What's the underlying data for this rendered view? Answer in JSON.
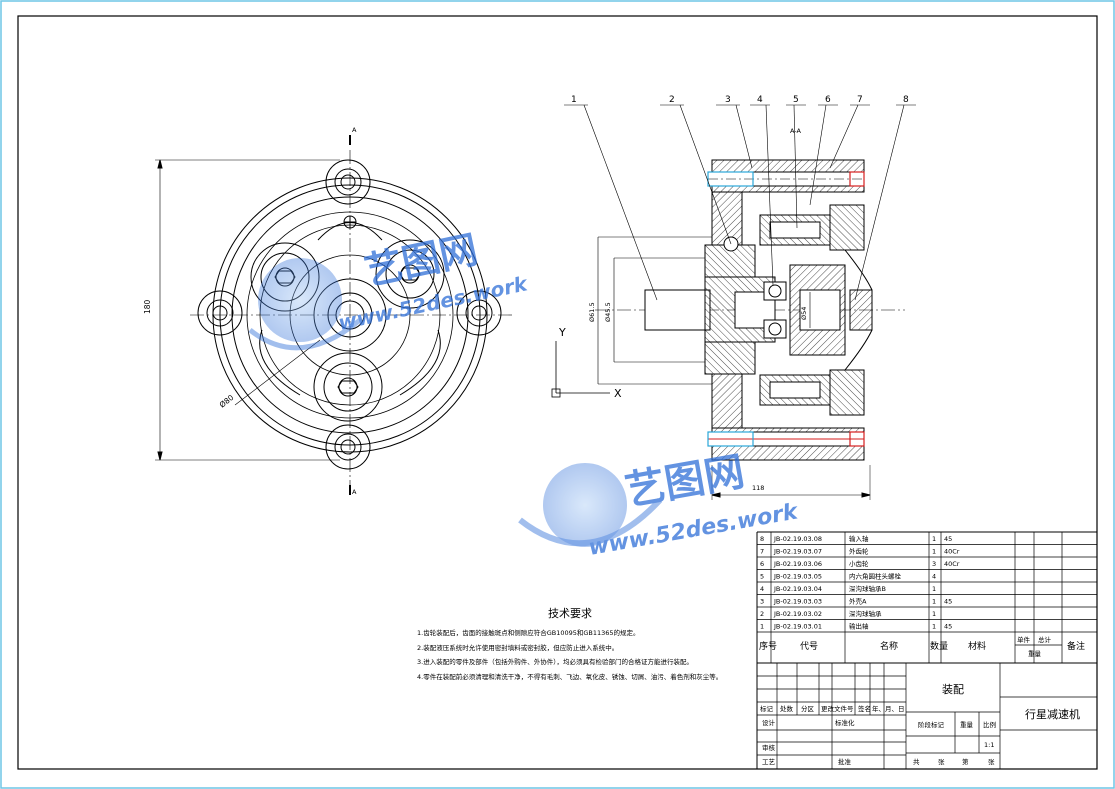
{
  "watermark": {
    "brand_cn": "艺图网",
    "brand_url": "www.52des.work",
    "color": "#2f6fd8"
  },
  "views": {
    "front": {
      "dim_height": "180",
      "dim_diameter": "Ø80",
      "section_mark_top": "A",
      "section_mark_bottom": "A"
    },
    "side": {
      "section_label": "A-A",
      "dim_length": "118",
      "dim_d1": "Ø61.5",
      "dim_d2": "Ø45.5",
      "dim_d3": "Ø54",
      "axis_y": "Y",
      "axis_x": "X"
    },
    "balloons": [
      "1",
      "2",
      "3",
      "4",
      "5",
      "6",
      "7",
      "8"
    ]
  },
  "tech_requirements": {
    "title": "技术要求",
    "items": [
      "1.齿轮装配后，齿面的接触斑点和侧隙应符合GB10095和GB11365的规定。",
      "2.装配液压系统时允许使用密封填料或密封胶，但应防止进入系统中。",
      "3.进入装配的零件及部件（包括外购件、外协件），均必须具有检验部门的合格证方能进行装配。",
      "4.零件在装配前必须清理和清洗干净，不得有毛刺、飞边、氧化皮、锈蚀、切屑、油污、着色剂和灰尘等。"
    ]
  },
  "bom": {
    "rows": [
      {
        "no": "8",
        "code": "JB-02.19.03.08",
        "name": "输入轴",
        "qty": "1",
        "material": "45"
      },
      {
        "no": "7",
        "code": "JB-02.19.03.07",
        "name": "外齿轮",
        "qty": "1",
        "material": "40Cr"
      },
      {
        "no": "6",
        "code": "JB-02.19.03.06",
        "name": "小齿轮",
        "qty": "3",
        "material": "40Cr"
      },
      {
        "no": "5",
        "code": "JB-02.19.03.05",
        "name": "内六角圆柱头螺栓",
        "qty": "4",
        "material": ""
      },
      {
        "no": "4",
        "code": "JB-02.19.03.04",
        "name": "深沟球轴承B",
        "qty": "1",
        "material": ""
      },
      {
        "no": "3",
        "code": "JB-02.19.03.03",
        "name": "外壳A",
        "qty": "1",
        "material": "45"
      },
      {
        "no": "2",
        "code": "JB-02.19.03.02",
        "name": "深沟球轴承",
        "qty": "1",
        "material": ""
      },
      {
        "no": "1",
        "code": "JB-02.19.03.01",
        "name": "输出轴",
        "qty": "1",
        "material": "45"
      }
    ],
    "headers": {
      "no": "序号",
      "code": "代号",
      "name": "名称",
      "qty": "数量",
      "material": "材料",
      "unit": "单件",
      "total": "总计",
      "weight": "重量",
      "remark": "备注"
    }
  },
  "title_block": {
    "drawing_name": "装配",
    "product_name": "行星减速机",
    "scale": "1:1",
    "labels": {
      "mark": "标记",
      "count": "处数",
      "zone": "分区",
      "change_doc": "更改文件号",
      "sign": "签名",
      "date": "年、月、日",
      "design": "设计",
      "standardize": "标准化",
      "review": "审核",
      "process": "工艺",
      "approve": "批准",
      "stage": "阶段标记",
      "weight": "重量",
      "scale": "比例",
      "total": "共",
      "sheet_unit": "张",
      "page": "第",
      "page_unit": "张"
    }
  }
}
